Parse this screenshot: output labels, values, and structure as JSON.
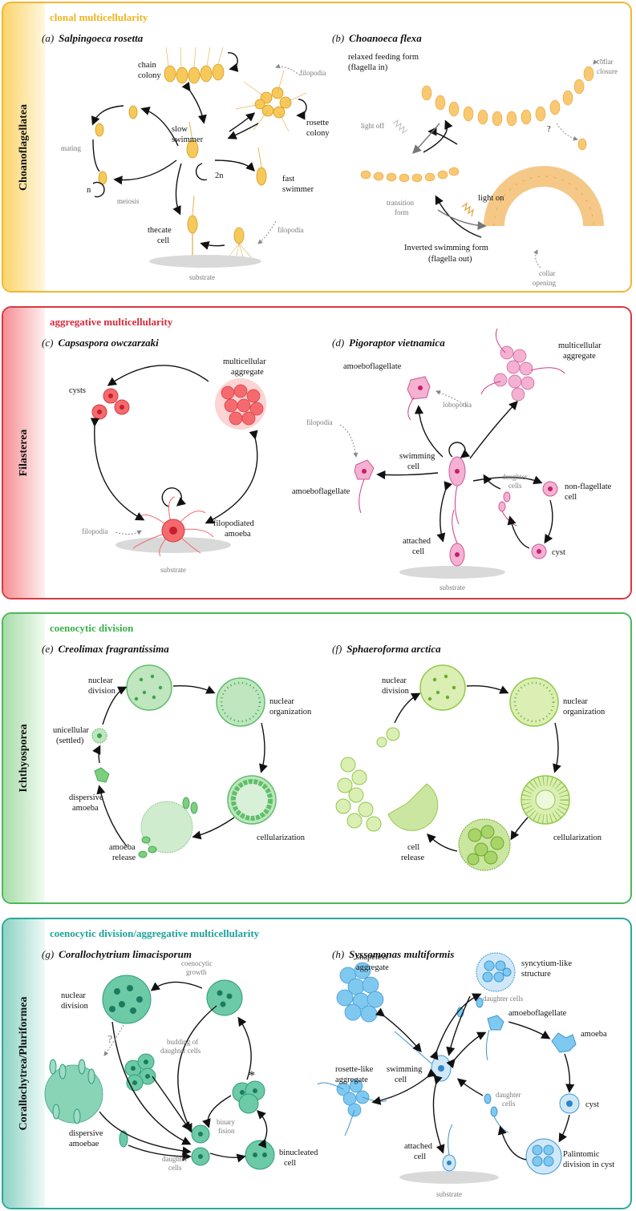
{
  "panels": {
    "choano": {
      "side_label": "Choanoflagellatea",
      "title": "clonal multicellularity",
      "title_color": "#f0b41e",
      "border_color": "#f2b632",
      "a": {
        "letter": "(a)",
        "species": "Salpingoeca rosetta",
        "labels": {
          "chain": [
            "chain",
            "colony"
          ],
          "rosette": [
            "rosette",
            "colony"
          ],
          "slow": [
            "slow",
            "swimmer"
          ],
          "fast": [
            "fast",
            "swimmer"
          ],
          "thecate": [
            "thecate",
            "cell"
          ],
          "two_n": "2n",
          "n": "n",
          "mating": "mating",
          "meiosis": "meiosis",
          "filopodia1": "filopodia",
          "filopodia2": "filopodia",
          "substrate": "substrate"
        }
      },
      "b": {
        "letter": "(b)",
        "species": "Choanoeca flexa",
        "labels": {
          "relaxed": [
            "relaxed feeding form",
            "(flagella in)"
          ],
          "collar_closure": [
            "collar",
            "closure"
          ],
          "light_off": "light off",
          "question": "?",
          "light_on": "light on",
          "transition": [
            "transition",
            "form"
          ],
          "inverted": [
            "Inverted swimming form",
            "(flagella out)"
          ],
          "collar_opening": [
            "collar",
            "opening"
          ]
        }
      }
    },
    "filasterea": {
      "side_label": "Filasterea",
      "title": "aggregative multicellularity",
      "title_color": "#d62a3a",
      "border_color": "#d63845",
      "c": {
        "letter": "(c)",
        "species": "Capsaspora owczarzaki",
        "labels": {
          "cysts": "cysts",
          "aggregate": [
            "multicellular",
            "aggregate"
          ],
          "filopodiated": [
            "filopodiated",
            "amoeba"
          ],
          "filopodia": "filopodia",
          "substrate": "substrate"
        }
      },
      "d": {
        "letter": "(d)",
        "species": "Pigoraptor vietnamica",
        "labels": {
          "amoebo_top": "amoeboflagellate",
          "lobopodia": "lobopodia",
          "aggregate": [
            "multicellular",
            "aggregate"
          ],
          "filopodia": "filopodia",
          "amoebo_left": "amoeboflagellate",
          "swimming": [
            "swimming",
            "cell"
          ],
          "daughter": [
            "daughter",
            "cells"
          ],
          "nonflag": [
            "non-flagellate",
            "cell"
          ],
          "attached": [
            "attached",
            "cell"
          ],
          "cyst": "cyst",
          "substrate": "substrate"
        }
      }
    },
    "ichthyo": {
      "side_label": "Ichthyosporea",
      "title": "coenocytic division",
      "title_color": "#3aae48",
      "border_color": "#4cb85a",
      "e": {
        "letter": "(e)",
        "species": "Creolimax fragrantissima",
        "labels": {
          "nuc_div": [
            "nuclear",
            "division"
          ],
          "nuc_org": [
            "nuclear",
            "organization"
          ],
          "cellular": "cellularization",
          "release": [
            "amoeba",
            "release"
          ],
          "dispersive": [
            "dispersive",
            "amoeba"
          ],
          "unicellular": [
            "unicellular",
            "(settled)"
          ]
        }
      },
      "f": {
        "letter": "(f)",
        "species": "Sphaeroforma arctica",
        "labels": {
          "nuc_div": [
            "nuclear",
            "division"
          ],
          "nuc_org": [
            "nuclear",
            "organization"
          ],
          "cellular": "cellularization",
          "release": [
            "cell",
            "release"
          ]
        }
      }
    },
    "coral": {
      "side_label": "Corallochytrea/Pluriformea",
      "title": "coenocytic division/aggregative multicellularity",
      "title_color": "#1aa39a",
      "border_color": "#2aa89b",
      "g": {
        "letter": "(g)",
        "species": "Corallochytrium limacisporum",
        "labels": {
          "coenocytic": [
            "coenocytic",
            "growth"
          ],
          "nuc_div": [
            "nuclear",
            "division"
          ],
          "question": "?",
          "budding": [
            "budding of",
            "daughter cells"
          ],
          "asterisk": "*",
          "binary": [
            "binary",
            "fision"
          ],
          "dispersive": [
            "dispersive",
            "amoebae"
          ],
          "daughter": [
            "daughter",
            "cells"
          ],
          "binucleated": [
            "binucleated",
            "cell"
          ]
        }
      },
      "h": {
        "letter": "(h)",
        "species": "Syssomonas multiformis",
        "labels": {
          "shapeless": [
            "shapeless",
            "aggregate"
          ],
          "syncytium": [
            "syncytium-like",
            "structure"
          ],
          "daughter_top": "daughter cells",
          "amoeboflag": "amoeboflagellate",
          "amoeba": "amoeba",
          "swimming": [
            "swimming",
            "cell"
          ],
          "rosette": [
            "rosette-like",
            "aggregate"
          ],
          "cyst": "cyst",
          "daughter_right": [
            "daughter",
            "cells"
          ],
          "attached": [
            "attached",
            "cell"
          ],
          "palintomic": [
            "Palintomic",
            "division in cyst"
          ],
          "substrate": "substrate"
        }
      }
    }
  }
}
